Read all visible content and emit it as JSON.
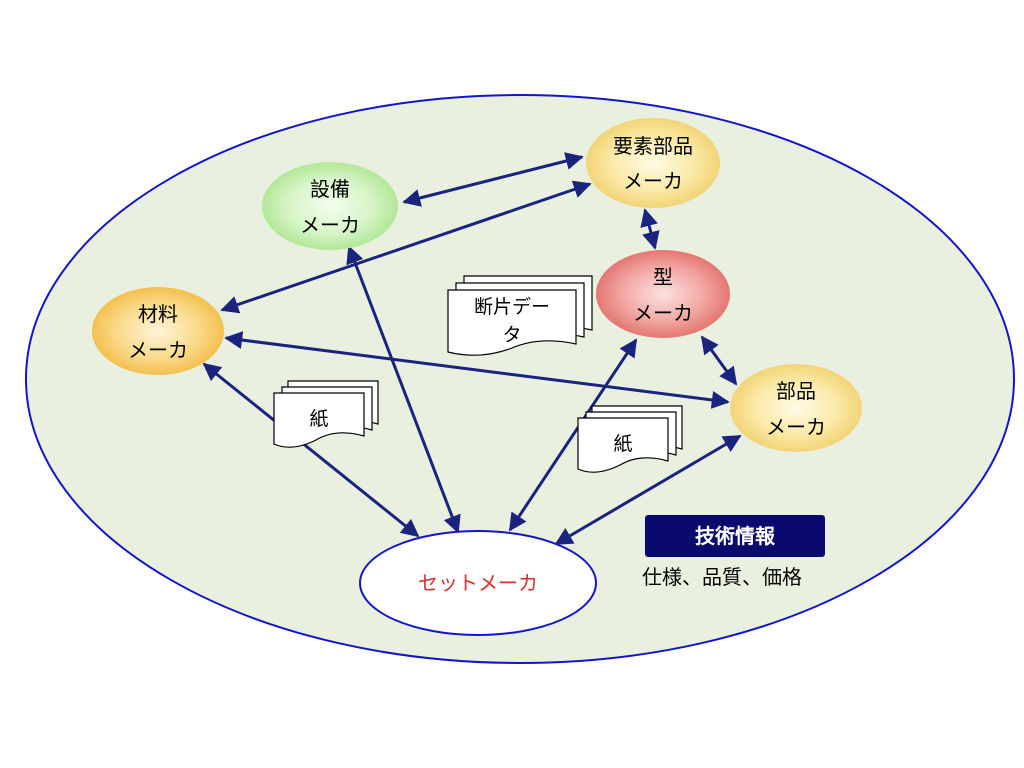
{
  "nodes": {
    "youso_buhin": {
      "line1": "要素部品",
      "line2": "メーカ"
    },
    "setsubi": {
      "line1": "設備",
      "line2": "メーカ"
    },
    "kata": {
      "line1": "型",
      "line2": "メーカ"
    },
    "zairyo": {
      "line1": "材料",
      "line2": "メーカ"
    },
    "buhin": {
      "line1": "部品",
      "line2": "メーカ"
    },
    "set": {
      "label": "セットメーカ"
    }
  },
  "documents": {
    "danpen": {
      "line1": "断片デー",
      "line2": "タ"
    },
    "paper_left": {
      "label": "紙"
    },
    "paper_right": {
      "label": "紙"
    }
  },
  "info_box": {
    "title": "技術情報",
    "subtitle": "仕様、品質、価格"
  },
  "colors": {
    "arrow": "#1a237e",
    "outer_ellipse_stroke": "#1515c8",
    "outer_ellipse_fill": "#eaf0df",
    "info_box_fill": "#0a0a6e",
    "set_text": "#d9302c"
  }
}
